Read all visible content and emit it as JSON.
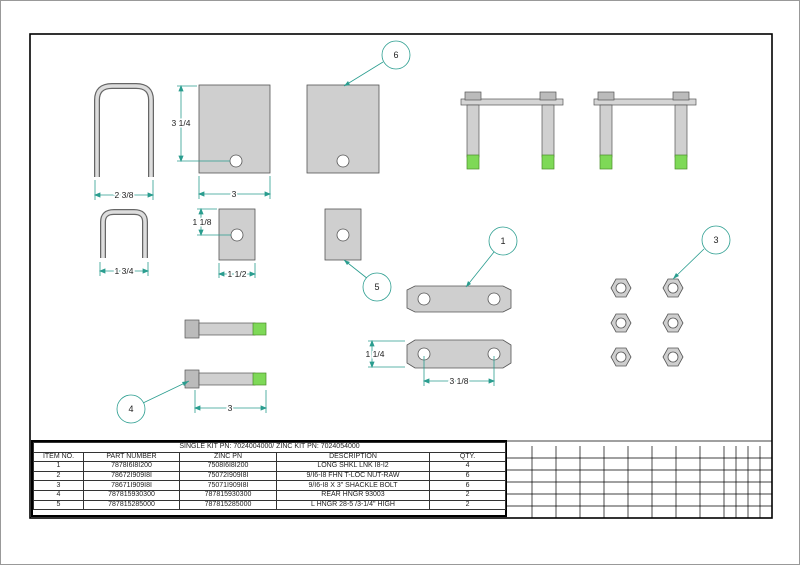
{
  "drawing": {
    "dimensions": {
      "u_large_width": "2 3/8",
      "u_small_width": "1 3/4",
      "plate_large_height": "3 1/4",
      "plate_large_width": "3",
      "plate_small_height": "1 1/8",
      "plate_small_width": "1 1/2",
      "bolt_length": "3",
      "link_height": "1 1/4",
      "link_spacing": "3 1/8"
    },
    "balloons": {
      "b1": "1",
      "b3": "3",
      "b4": "4",
      "b5": "5",
      "b6": "6"
    },
    "colors": {
      "part_fill": "#cfcfcf",
      "thread_green": "#7ed957",
      "balloon_line": "#3aa39a"
    }
  },
  "bom": {
    "title": "SINGLE KIT PN: 7024004000/ ZINC KIT PN: 7024054000",
    "headers": [
      "ITEM NO.",
      "PART NUMBER",
      "ZINC PN",
      "DESCRIPTION",
      "QTY."
    ],
    "rows": [
      [
        "1",
        "7878I6I8I200",
        "7508I6I8I200",
        "LONG SHKL LNK I8-I2",
        "4"
      ],
      [
        "2",
        "78672I909I8I",
        "75072I909I8I",
        "9/I6-I8 FHN T-LOC NUT-RAW",
        "6"
      ],
      [
        "3",
        "78671I909I8I",
        "75071I909I8I",
        "9/I6-I8 X 3\" SHACKLE BOLT",
        "6"
      ],
      [
        "4",
        "787815930300",
        "787815930300",
        "REAR HNGR 93003",
        "2"
      ],
      [
        "5",
        "787815285000",
        "787815285000",
        "L HNGR 28-5 /3-1/4\" HIGH",
        "2"
      ]
    ]
  }
}
